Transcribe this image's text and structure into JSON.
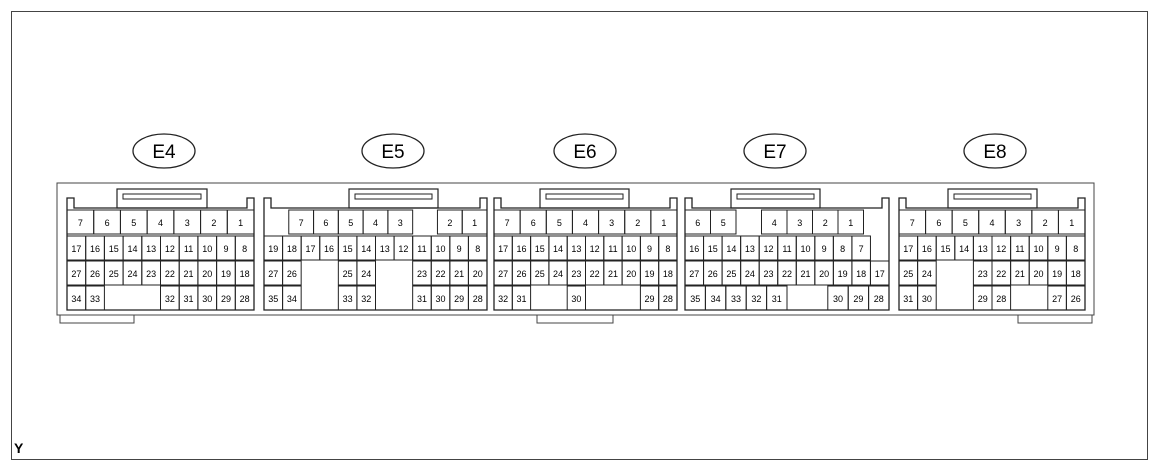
{
  "figure_id": "Y",
  "connectors": [
    {
      "label": "E4",
      "rows": [
        [
          "7",
          "6",
          "5",
          "4",
          "3",
          "2",
          "1"
        ],
        [
          "17",
          "16",
          "15",
          "14",
          "13",
          "12",
          "11",
          "10",
          "9",
          "8"
        ],
        [
          "27",
          "26",
          "25",
          "24",
          "23",
          "22",
          "21",
          "20",
          "19",
          "18"
        ],
        [
          "34",
          "33",
          "",
          "",
          "",
          "32",
          "31",
          "30",
          "29",
          "28"
        ]
      ]
    },
    {
      "label": "E5",
      "rows": [
        [
          "",
          "7",
          "6",
          "5",
          "4",
          "3",
          "",
          "2",
          "1"
        ],
        [
          "19",
          "18",
          "17",
          "16",
          "15",
          "14",
          "13",
          "12",
          "11",
          "10",
          "9",
          "8"
        ],
        [
          "27",
          "26",
          "",
          "",
          "25",
          "24",
          "",
          "",
          "23",
          "22",
          "21",
          "20"
        ],
        [
          "35",
          "34",
          "",
          "",
          "33",
          "32",
          "",
          "",
          "31",
          "30",
          "29",
          "28"
        ]
      ]
    },
    {
      "label": "E6",
      "rows": [
        [
          "7",
          "6",
          "5",
          "4",
          "3",
          "2",
          "1"
        ],
        [
          "17",
          "16",
          "15",
          "14",
          "13",
          "12",
          "11",
          "10",
          "9",
          "8"
        ],
        [
          "27",
          "26",
          "25",
          "24",
          "23",
          "22",
          "21",
          "20",
          "19",
          "18"
        ],
        [
          "32",
          "31",
          "",
          "",
          "30",
          "",
          "",
          "",
          "29",
          "28"
        ]
      ]
    },
    {
      "label": "E7",
      "rows": [
        [
          "6",
          "5",
          "",
          "4",
          "3",
          "2",
          "1",
          ""
        ],
        [
          "16",
          "15",
          "14",
          "13",
          "12",
          "11",
          "10",
          "9",
          "8",
          "7",
          ""
        ],
        [
          "27",
          "26",
          "25",
          "24",
          "23",
          "22",
          "21",
          "20",
          "19",
          "18",
          "17"
        ],
        [
          "35",
          "34",
          "33",
          "32",
          "31",
          "",
          "",
          "30",
          "29",
          "28"
        ]
      ]
    },
    {
      "label": "E8",
      "rows": [
        [
          "7",
          "6",
          "5",
          "4",
          "3",
          "2",
          "1"
        ],
        [
          "17",
          "16",
          "15",
          "14",
          "13",
          "12",
          "11",
          "10",
          "9",
          "8"
        ],
        [
          "25",
          "24",
          "",
          "",
          "23",
          "22",
          "21",
          "20",
          "19",
          "18"
        ],
        [
          "31",
          "30",
          "",
          "",
          "29",
          "28",
          "",
          "",
          "27",
          "26"
        ]
      ]
    }
  ]
}
